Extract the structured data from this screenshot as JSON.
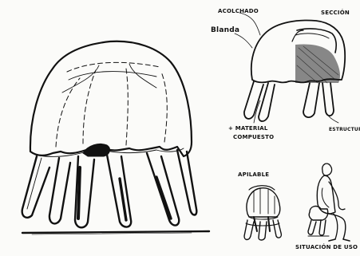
{
  "labels": {
    "acolchado": "Acolchado",
    "blanda": "Blanda",
    "seccion": "Sección",
    "material": "+ material",
    "compuesto": "compuesto",
    "estructura": "estructura",
    "apilable": "Apilable",
    "situacion": "situación de uso"
  },
  "colors": {
    "ink": "#111111",
    "paper": "#fbfbf9",
    "shade": "#6a6a6a"
  }
}
